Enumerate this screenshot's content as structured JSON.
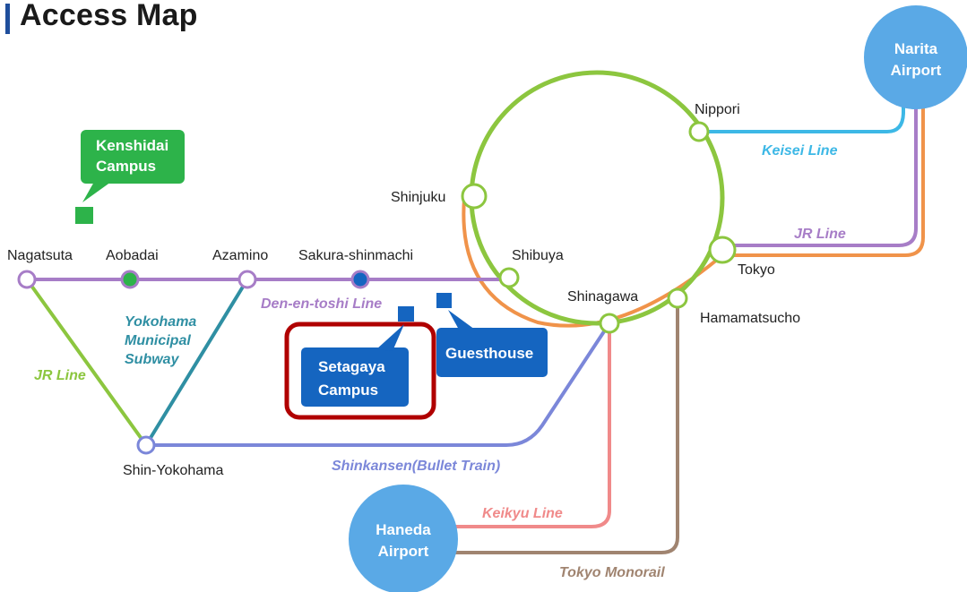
{
  "title": "Access Map",
  "colors": {
    "green": "#8cc63f",
    "purple": "#a77dc7",
    "orange": "#f0934a",
    "cyan": "#3db8e6",
    "teal": "#2f8fa3",
    "blue_line": "#7b87d9",
    "pink": "#f08a8a",
    "brown": "#a08470",
    "campus_blue": "#1565c0",
    "kenshidai_green": "#2db34a",
    "airport": "#5aa9e6",
    "highlight": "#b00000"
  },
  "stations": {
    "nagatsuta": "Nagatsuta",
    "aobadai": "Aobadai",
    "azamino": "Azamino",
    "sakura": "Sakura-shinmachi",
    "shibuya": "Shibuya",
    "shinjuku": "Shinjuku",
    "nippori": "Nippori",
    "tokyo": "Tokyo",
    "shinagawa": "Shinagawa",
    "hamamatsucho": "Hamamatsucho",
    "shinyokohama": "Shin-Yokohama"
  },
  "lines": {
    "keisei": "Keisei Line",
    "jr_right": "JR Line",
    "jr_left": "JR Line",
    "denen": "Den-en-toshi Line",
    "subway_1": "Yokohama",
    "subway_2": "Municipal",
    "subway_3": "Subway",
    "shinkansen": "Shinkansen(Bullet  Train)",
    "keikyu": "Keikyu Line",
    "monorail": "Tokyo Monorail"
  },
  "places": {
    "kenshidai_1": "Kenshidai",
    "kenshidai_2": "Campus",
    "setagaya_1": "Setagaya",
    "setagaya_2": "Campus",
    "guesthouse": "Guesthouse",
    "narita_1": "Narita",
    "narita_2": "Airport",
    "haneda_1": "Haneda",
    "haneda_2": "Airport"
  }
}
